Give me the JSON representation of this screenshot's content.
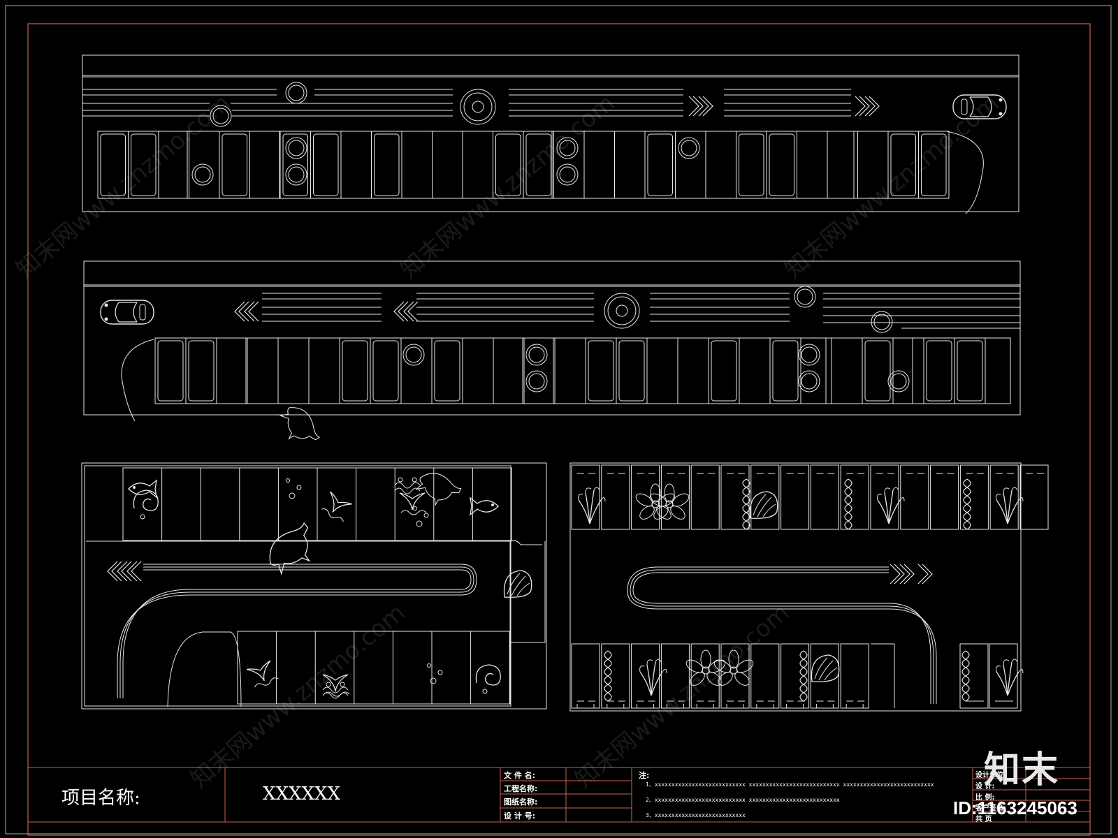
{
  "colors": {
    "background": "#000000",
    "line": "#e8e8e8",
    "frame": "#c86450",
    "sheet_border": "#b0b0b0"
  },
  "title_block": {
    "project_label": "项目名称:",
    "project_value": "XXXXXX",
    "fields": [
      {
        "label": "文 件 名:"
      },
      {
        "label": "工程名称:"
      },
      {
        "label": "图纸名称:"
      },
      {
        "label": "设 计 号:"
      }
    ],
    "notes_label": "注:",
    "notes": [
      "1、xxxxxxxxxxxxxxxxxxxxxxxxxxx    xxxxxxxxxxxxxxxxxxxxxxxxxxx    xxxxxxxxxxxxxxxxxxxxxxxxxxx",
      "2、xxxxxxxxxxxxxxxxxxxxxxxxxxx    xxxxxxxxxxxxxxxxxxxxxxxxxxx",
      "3、xxxxxxxxxxxxxxxxxxxxxxxxxxx"
    ],
    "right_labels": [
      "设计单位:",
      "设    计:",
      "比    例:",
      "客户签名:",
      "共    页"
    ]
  },
  "watermark": {
    "logo": "知末",
    "id": "ID:1163245063",
    "site": "知末网www.znzmo.com"
  },
  "icons": [
    "car-icon",
    "dolphin-icon",
    "whale-tail-icon",
    "fish-icon",
    "bubble-icon",
    "wave-icon",
    "leaf-icon",
    "flower-icon",
    "chevron-arrow-icon"
  ]
}
